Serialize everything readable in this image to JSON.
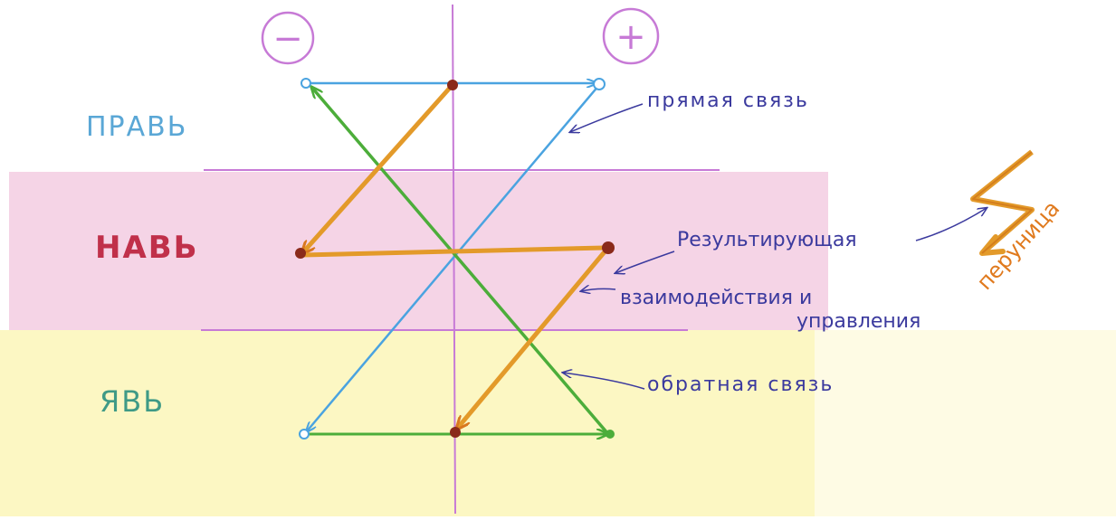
{
  "signs": {
    "minus": "−",
    "plus": "+"
  },
  "worlds": {
    "prav": "ПРАВЬ",
    "nav": "НАВЬ",
    "yav": "ЯВЬ"
  },
  "annotations": {
    "direct_link": "прямая связь",
    "resultant": "Результирующая",
    "interaction_line1": "взаимодействия и",
    "interaction_line2": "управления",
    "feedback": "обратная связь",
    "perunitsa": "перуница"
  },
  "colors": {
    "prav_label": "#5aa7d6",
    "nav_label": "#c0304a",
    "yav_label": "#3f9a86",
    "annotation_text": "#3b3a9e",
    "axis": "#c77ad6",
    "band_nav": "#f2c6de",
    "band_yav": "#fbf6b8",
    "blue_line": "#4aa3e0",
    "green_line": "#4cad3a",
    "orange_line": "#e39a2a",
    "node": "#8a2a1a"
  }
}
